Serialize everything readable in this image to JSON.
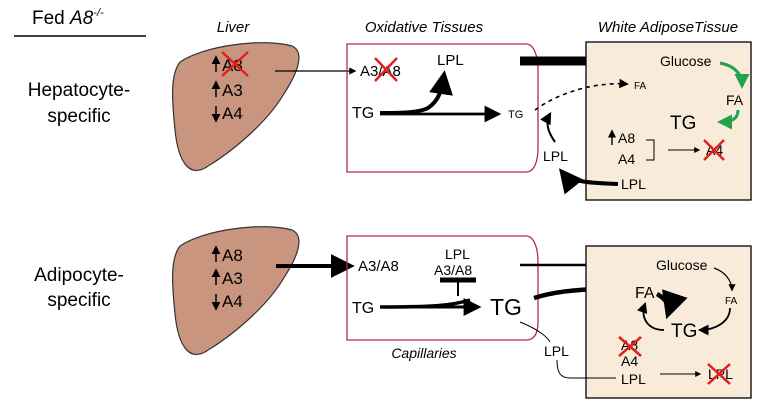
{
  "header": {
    "prefix": "Fed ",
    "gene": "A8",
    "superscript": "-/-"
  },
  "columns": {
    "liver": "Liver",
    "oxidative": "Oxidative Tissues",
    "wat": "White AdiposeTissue"
  },
  "rows": {
    "hepatocyte": {
      "line1": "Hepatocyte-",
      "line2": "specific"
    },
    "adipocyte": {
      "line1": "Adipocyte-",
      "line2": "specific"
    }
  },
  "panel_hep": {
    "liver_genes": [
      "A8",
      "A3",
      "A4"
    ],
    "ox_a3a8": "A3/A8",
    "ox_lpl": "LPL",
    "ox_tg": "TG",
    "ox_tg_small": "TG",
    "wat_glucose": "Glucose",
    "wat_fa_right": "FA",
    "wat_fa_small": "FA",
    "wat_tg": "TG",
    "wat_a8": "A8",
    "wat_a4": "A4",
    "wat_a4_knocked": "A4",
    "wat_lpl": "LPL",
    "mid_lpl": "LPL"
  },
  "panel_adi": {
    "liver_genes": [
      "A8",
      "A3",
      "A4"
    ],
    "ox_a3a8": "A3/A8",
    "ox_lpl_top": "LPL",
    "ox_a3a8_inhib": "A3/A8",
    "ox_tg": "TG",
    "ox_tg_big": "TG",
    "capillaries": "Capillaries",
    "mid_lpl": "LPL",
    "wat_glucose": "Glucose",
    "wat_fa": "FA",
    "wat_fa_small": "FA",
    "wat_tg": "TG",
    "wat_a8_knocked": "A8",
    "wat_a4": "A4",
    "wat_lpl": "LPL",
    "wat_lpl_knocked": "LPL"
  },
  "colors": {
    "liver": "#c9957f",
    "liver_edge": "#333333",
    "capillary": "#b03040",
    "wat_fill": "#f8ebd9",
    "green_arrow": "#22a34a",
    "red_x": "#e02020"
  }
}
